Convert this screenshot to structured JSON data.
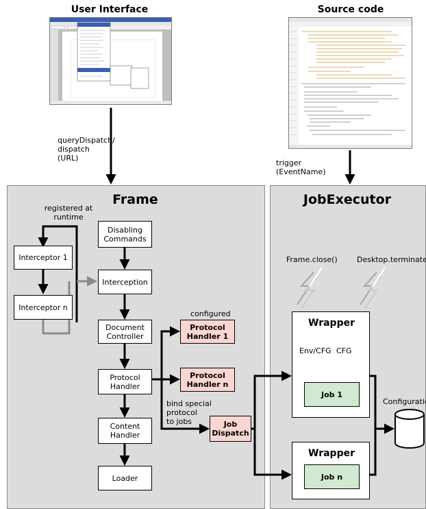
{
  "headers": {
    "ui": "User Interface",
    "source": "Source code"
  },
  "labels": {
    "query_dispatch": "queryDispatch/\ndispatch (URL)",
    "trigger": "trigger (EventName)",
    "registered": "registered at\nruntime",
    "configured": "configured",
    "bind_special": "bind special\nprotocol\nto jobs",
    "frame_close": "Frame.close()",
    "desktop_terminate": "Desktop.terminate()",
    "configuration": "Configuration",
    "env_cfg": "Env/CFG",
    "cfg": "CFG"
  },
  "frame": {
    "title": "Frame",
    "interceptor_1": "Interceptor 1",
    "interceptor_n": "Interceptor n",
    "disabling_commands": "Disabling\nCommands",
    "interception": "Interception",
    "document_controller": "Document\nController",
    "protocol_handler": "Protocol\nHandler",
    "content_handler": "Content\nHandler",
    "loader": "Loader",
    "protocol_handler_1": "Protocol\nHandler 1",
    "protocol_handler_n": "Protocol\nHandler n",
    "job_dispatch": "Job\nDispatch"
  },
  "job_executor": {
    "title": "JobExecutor",
    "wrapper_1": "Wrapper",
    "wrapper_2": "Wrapper",
    "job_1": "Job 1",
    "job_n": "Job n"
  },
  "colors": {
    "panel": "#dcdcdc",
    "pink_box": "#f9d6d1",
    "green_box": "#d1e8d1",
    "gray_arrow": "#8a8a8a"
  }
}
